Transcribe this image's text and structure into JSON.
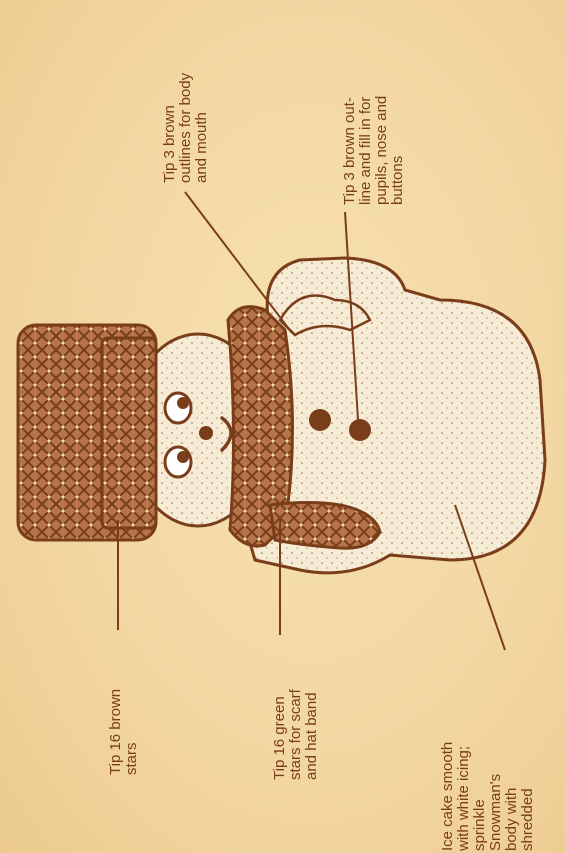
{
  "colors": {
    "background": "#f3d9a4",
    "brown": "#7a3d1a",
    "body_fill": "#f5ead3"
  },
  "labels": {
    "brown_stars": [
      "Tip 16 brown",
      "stars"
    ],
    "green_stars": [
      "Tip 16 green",
      "stars for scarf",
      "and hat band"
    ],
    "ice_cake": [
      "Ice cake smooth",
      "with white icing;",
      "sprinkle",
      "Snowman's",
      "body with",
      "shredded"
    ],
    "outlines": [
      "Tip 3 brown",
      "outlines for body",
      "and mouth"
    ],
    "pupils": [
      "Tip 3 brown out-",
      "line and fill in for",
      "pupils, nose and",
      "buttons"
    ]
  }
}
